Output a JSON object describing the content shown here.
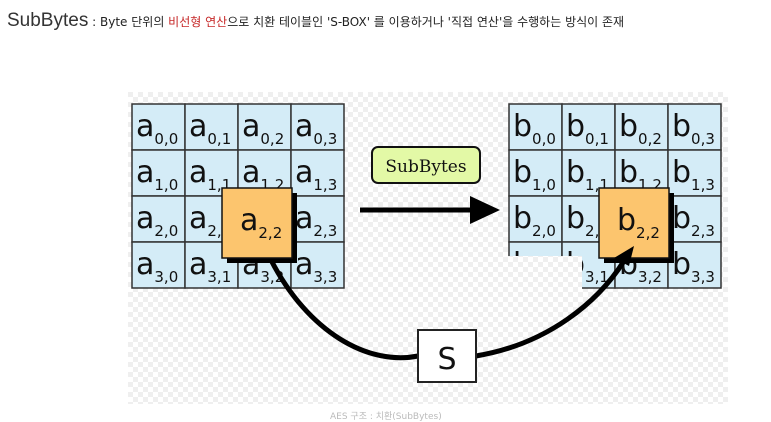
{
  "header": {
    "term": "SubBytes",
    "sep": " : Byte 단위의 ",
    "highlight": "비선형 연산",
    "rest": "으로 치환 테이블인 'S-BOX' 를 이용하거나 '직접 연산'을 수행하는 방식이 존재"
  },
  "figure": {
    "input_grid": [
      [
        "0,0",
        "0,1",
        "0,2",
        "0,3"
      ],
      [
        "1,0",
        "1,1",
        "1,2",
        "1,3"
      ],
      [
        "2,0",
        "2,1",
        "2,2",
        "2,3"
      ],
      [
        "3,0",
        "3,1",
        "3,2",
        "3,3"
      ]
    ],
    "input_letter": "a",
    "output_letter": "b",
    "highlight_sub": "2,2",
    "arrow_label": "SubBytes",
    "sbox_label": "S",
    "colors": {
      "cell": "#d4ecf7",
      "highlight": "#fcc56e",
      "label_box": "#e3f9a6"
    }
  },
  "caption": "AES 구조 : 치환(SubBytes)"
}
